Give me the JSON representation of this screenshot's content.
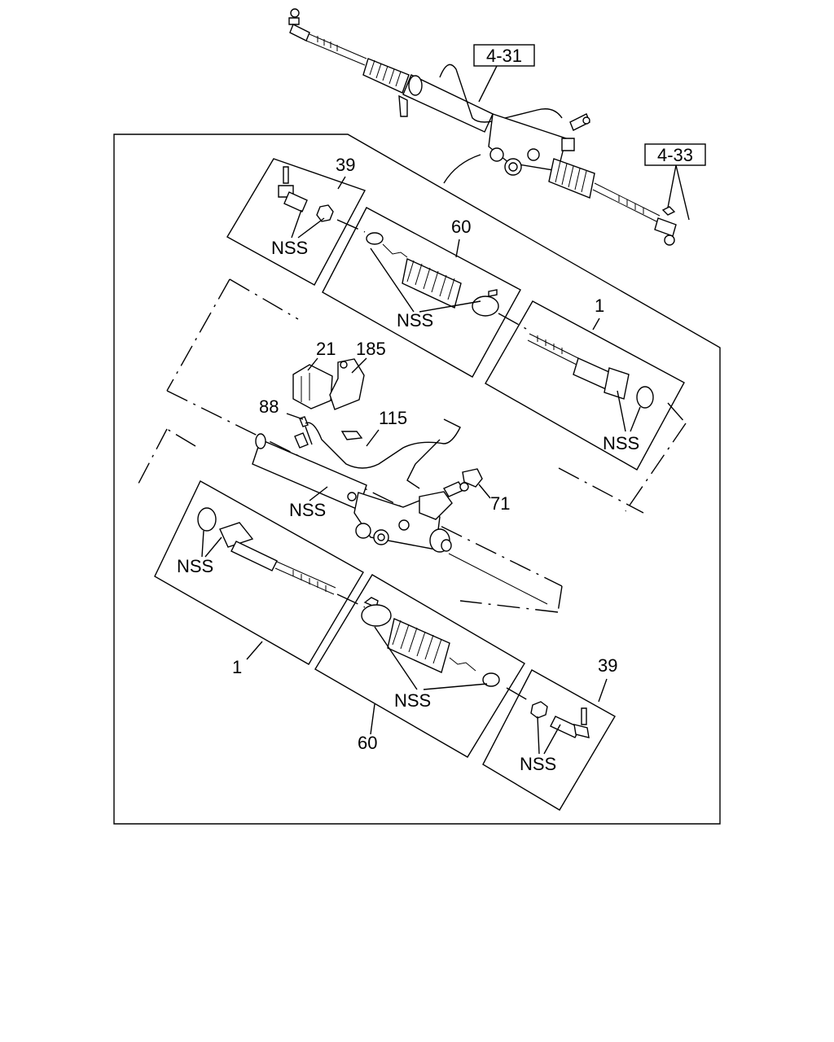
{
  "references": {
    "steering_gear_ref": "4-31",
    "tie_rod_end_ref": "4-33"
  },
  "callouts": {
    "tie_rod_end_upper": "39",
    "boot_kit_upper": "60",
    "inner_tie_rod_upper": "1",
    "shim": "21",
    "bracket": "185",
    "fitting": "88",
    "pipe": "115",
    "cap": "71",
    "inner_tie_rod_lower": "1",
    "boot_kit_lower": "60",
    "tie_rod_end_lower": "39"
  },
  "nss": "NSS"
}
